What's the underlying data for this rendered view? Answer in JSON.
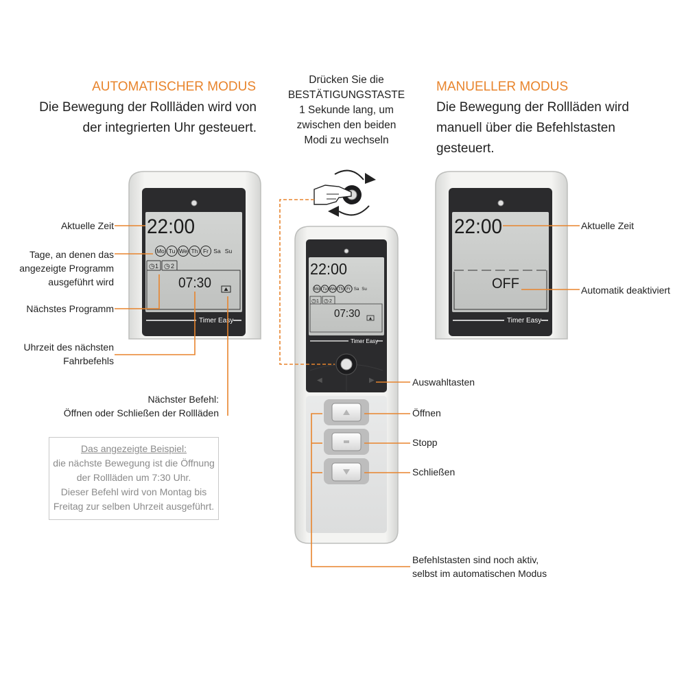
{
  "auto": {
    "title": "AUTOMATISCHER MODUS",
    "desc_line1": "Die Bewegung der Rollläden wird von",
    "desc_line2": "der integrierten Uhr gesteuert."
  },
  "center_instruction": {
    "line1": "Drücken Sie die",
    "line2": "BESTÄTIGUNGSTASTE",
    "line3": "1 Sekunde lang, um",
    "line4": "zwischen den beiden",
    "line5": "Modi zu wechseln"
  },
  "manual": {
    "title": "MANUELLER MODUS",
    "desc_line1": "Die Bewegung der Rollläden wird",
    "desc_line2": "manuell über die Befehlstasten",
    "desc_line3": "gesteuert."
  },
  "left_labels": {
    "current_time": "Aktuelle Zeit",
    "days_line1": "Tage, an denen das",
    "days_line2": "angezeigte Programm",
    "days_line3": "ausgeführt wird",
    "next_program": "Nächstes Programm",
    "next_time_line1": "Uhrzeit des nächsten",
    "next_time_line2": "Fahrbefehls",
    "next_cmd_line1": "Nächster Befehl:",
    "next_cmd_line2": "Öffnen oder Schließen der Rollläden"
  },
  "note": {
    "heading": "Das angezeigte Beispiel:",
    "line1": "die nächste Bewegung ist die Öffnung",
    "line2": "der Rollläden um 7:30 Uhr.",
    "line3": "Dieser Befehl wird von Montag bis",
    "line4": "Freitag zur selben Uhrzeit ausgeführt."
  },
  "right_labels": {
    "current_time": "Aktuelle Zeit",
    "auto_off": "Automatik deaktiviert",
    "select_keys": "Auswahltasten",
    "open": "Öffnen",
    "stop": "Stopp",
    "close": "Schließen",
    "still_active_line1": "Befehlstasten sind noch aktiv,",
    "still_active_line2": "selbst im automatischen Modus"
  },
  "display": {
    "clock": "22:00",
    "next_time": "07:30",
    "off_text": "OFF",
    "brand": "Timer Easy",
    "days": [
      "Mo",
      "Tu",
      "We",
      "Th",
      "Fr",
      "Sa",
      "Su"
    ],
    "tabs": [
      "1",
      "2"
    ]
  },
  "colors": {
    "accent": "#e8842c",
    "device_dark": "#2b2b2d",
    "lcd": "#c9cbc9",
    "note_text": "#8a8a8a"
  }
}
